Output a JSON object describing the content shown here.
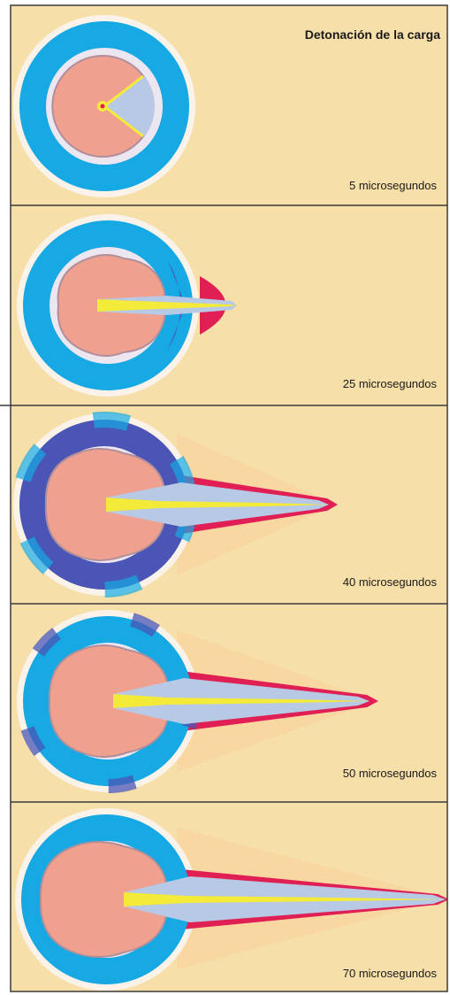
{
  "title": "Detonación de la carga",
  "colors": {
    "background": "#f6dfa9",
    "border": "#3a3a3a",
    "casing": "#16a9e3",
    "casing_shocked": "#4a55b5",
    "liner_gap": "#ece6f0",
    "explosive": "#efa08f",
    "explosive_edge": "#b08f9a",
    "jet_core": "#f4ea3a",
    "jet_sheath": "#b7c9e4",
    "jet_edge": "#e01f55",
    "shock_halo": "#f9cf9b"
  },
  "panels": [
    {
      "id": "p1",
      "time_label": "5 microsegundos"
    },
    {
      "id": "p2",
      "time_label": "25 microsegundos"
    },
    {
      "id": "p3",
      "time_label": "40 microsegundos"
    },
    {
      "id": "p4",
      "time_label": "50 microsegundos"
    },
    {
      "id": "p5",
      "time_label": "70 microsegundos"
    }
  ]
}
